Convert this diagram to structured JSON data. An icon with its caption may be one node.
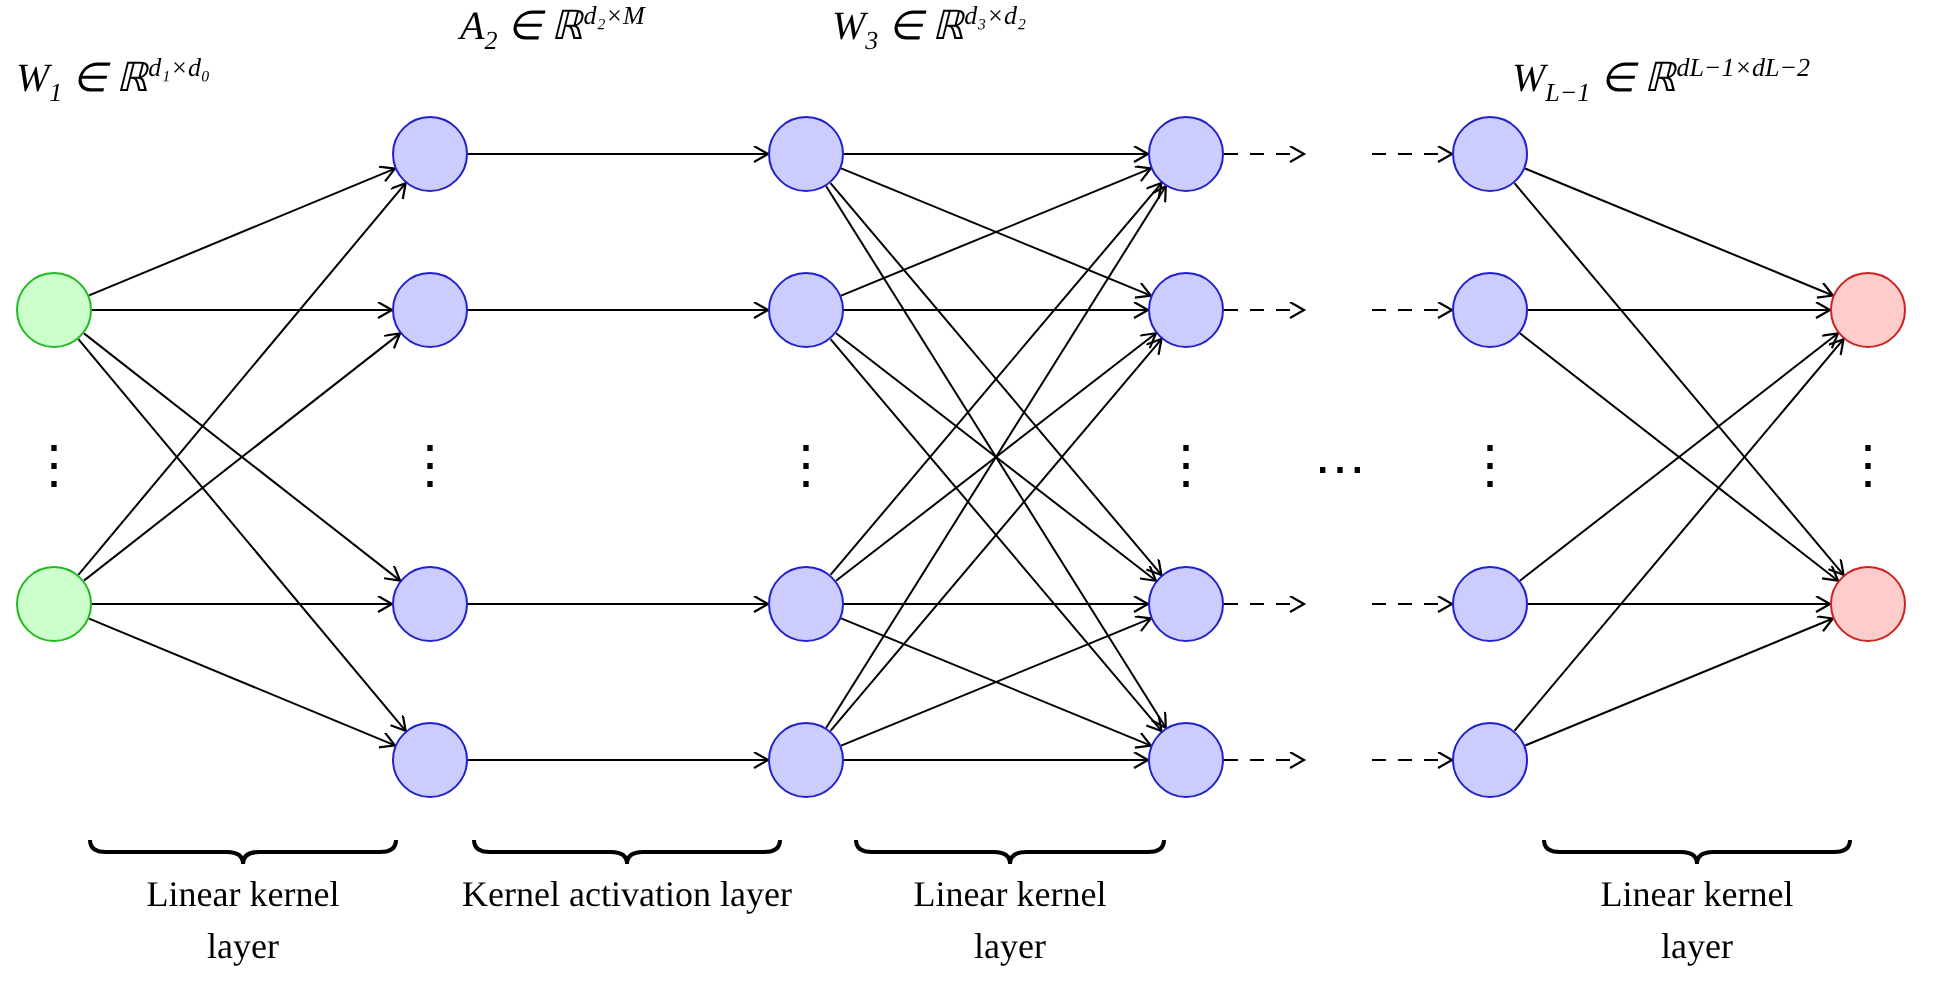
{
  "diagram": {
    "nodes": [
      {
        "text": [],
        "shape": "circle"
      },
      {
        "text": [],
        "shape": "circle"
      },
      {
        "text": [],
        "shape": "circle"
      },
      {
        "text": [],
        "shape": "circle"
      },
      {
        "text": [],
        "shape": "circle"
      },
      {
        "text": [],
        "shape": "circle"
      },
      {
        "text": [],
        "shape": "circle"
      },
      {
        "text": [],
        "shape": "circle"
      },
      {
        "text": [],
        "shape": "circle"
      },
      {
        "text": [],
        "shape": "circle"
      },
      {
        "text": [],
        "shape": "circle"
      },
      {
        "text": [],
        "shape": "circle"
      },
      {
        "text": [],
        "shape": "circle"
      },
      {
        "text": [],
        "shape": "circle"
      },
      {
        "text": [],
        "shape": "circle"
      },
      {
        "text": [],
        "shape": "circle"
      },
      {
        "text": [],
        "shape": "circle"
      },
      {
        "text": [],
        "shape": "circle"
      },
      {
        "text": [],
        "shape": "circle"
      },
      {
        "text": [],
        "shape": "circle"
      }
    ],
    "edges": [
      {
        "from": 0,
        "to": 2,
        "arrow": "to"
      },
      {
        "from": 0,
        "to": 3,
        "arrow": "to"
      },
      {
        "from": 0,
        "to": 4,
        "arrow": "to"
      },
      {
        "from": 0,
        "to": 5,
        "arrow": "to"
      },
      {
        "from": 1,
        "to": 2,
        "arrow": "to"
      },
      {
        "from": 1,
        "to": 3,
        "arrow": "to"
      },
      {
        "from": 1,
        "to": 4,
        "arrow": "to"
      },
      {
        "from": 1,
        "to": 5,
        "arrow": "to"
      },
      {
        "from": 2,
        "to": 6,
        "arrow": "to"
      },
      {
        "from": 3,
        "to": 7,
        "arrow": "to"
      },
      {
        "from": 4,
        "to": 8,
        "arrow": "to"
      },
      {
        "from": 5,
        "to": 9,
        "arrow": "to"
      },
      {
        "from": 6,
        "to": 10,
        "arrow": "to"
      },
      {
        "from": 6,
        "to": 11,
        "arrow": "to"
      },
      {
        "from": 6,
        "to": 12,
        "arrow": "to"
      },
      {
        "from": 6,
        "to": 13,
        "arrow": "to"
      },
      {
        "from": 7,
        "to": 10,
        "arrow": "to"
      },
      {
        "from": 7,
        "to": 11,
        "arrow": "to"
      },
      {
        "from": 7,
        "to": 12,
        "arrow": "to"
      },
      {
        "from": 7,
        "to": 13,
        "arrow": "to"
      },
      {
        "from": 8,
        "to": 10,
        "arrow": "to"
      },
      {
        "from": 8,
        "to": 11,
        "arrow": "to"
      },
      {
        "from": 8,
        "to": 12,
        "arrow": "to"
      },
      {
        "from": 8,
        "to": 13,
        "arrow": "to"
      },
      {
        "from": 9,
        "to": 10,
        "arrow": "to"
      },
      {
        "from": 9,
        "to": 11,
        "arrow": "to"
      },
      {
        "from": 9,
        "to": 12,
        "arrow": "to"
      },
      {
        "from": 9,
        "to": 13,
        "arrow": "to"
      },
      {
        "from": 10,
        "to": null,
        "arrow": "to",
        "style": "dashed"
      },
      {
        "from": 11,
        "to": null,
        "arrow": "to",
        "style": "dashed"
      },
      {
        "from": 12,
        "to": null,
        "arrow": "to",
        "style": "dashed"
      },
      {
        "from": 13,
        "to": null,
        "arrow": "to",
        "style": "dashed"
      },
      {
        "from": null,
        "to": 14,
        "arrow": "to",
        "style": "dashed"
      },
      {
        "from": null,
        "to": 15,
        "arrow": "to",
        "style": "dashed"
      },
      {
        "from": null,
        "to": 16,
        "arrow": "to",
        "style": "dashed"
      },
      {
        "from": null,
        "to": 17,
        "arrow": "to",
        "style": "dashed"
      },
      {
        "from": 14,
        "to": 18,
        "arrow": "to"
      },
      {
        "from": 14,
        "to": 19,
        "arrow": "to"
      },
      {
        "from": 15,
        "to": 18,
        "arrow": "to"
      },
      {
        "from": 15,
        "to": 19,
        "arrow": "to"
      },
      {
        "from": 16,
        "to": 18,
        "arrow": "to"
      },
      {
        "from": 16,
        "to": 19,
        "arrow": "to"
      },
      {
        "from": 17,
        "to": 18,
        "arrow": "to"
      },
      {
        "from": 17,
        "to": 19,
        "arrow": "to"
      }
    ],
    "labels": [
      "W$_{1}$ ∈ ℝ$^{d₁×d₀}$",
      "A$_{2}$ ∈ ℝ$^{d₂×M}$",
      "W$_{3}$ ∈ ℝ$^{d₃×d₂}$",
      "W$_{L−1}$ ∈ ℝ$^{dL−1×dL−2}$",
      "⋮",
      "⋮",
      "⋮",
      "⋮",
      "⋯",
      "⋮",
      "⋮",
      "Linear kernel layer",
      "Kernel activation layer",
      "Linear kernel layer",
      "Linear kernel layer"
    ]
  }
}
